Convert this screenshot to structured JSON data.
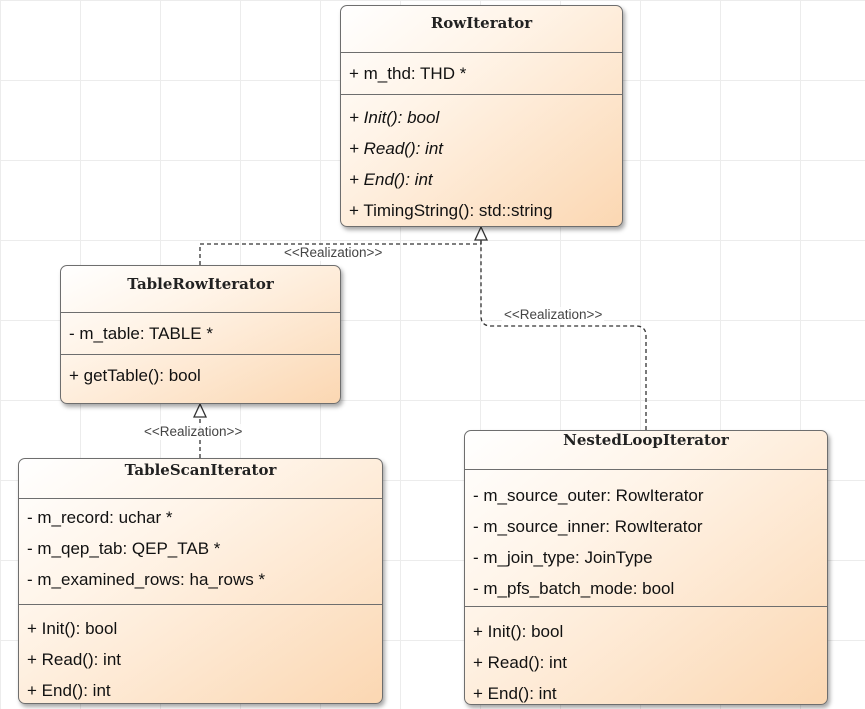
{
  "classes": {
    "row_iterator": {
      "name": "RowIterator",
      "attributes": [
        "+ m_thd: THD *"
      ],
      "operations": [
        "+ Init(): bool",
        "+ Read(): int",
        "+ End(): int",
        "+ TimingString(): std::string"
      ]
    },
    "table_row_iterator": {
      "name": "TableRowIterator",
      "attributes": [
        "- m_table: TABLE *"
      ],
      "operations": [
        "+ getTable(): bool"
      ]
    },
    "table_scan_iterator": {
      "name": "TableScanIterator",
      "attributes": [
        "- m_record: uchar *",
        "- m_qep_tab: QEP_TAB *",
        "- m_examined_rows: ha_rows *"
      ],
      "operations": [
        "+ Init(): bool",
        "+ Read(): int",
        "+ End(): int"
      ]
    },
    "nested_loop_iterator": {
      "name": "NestedLoopIterator",
      "attributes": [
        "- m_source_outer: RowIterator",
        "- m_source_inner: RowIterator",
        "- m_join_type: JoinType",
        "- m_pfs_batch_mode: bool"
      ],
      "operations": [
        "+ Init(): bool",
        "+ Read(): int",
        "+ End(): int"
      ]
    }
  },
  "relations": {
    "table_row_to_row": "<<Realization>>",
    "nested_loop_to_row": "<<Realization>>",
    "table_scan_to_table_row": "<<Realization>>"
  },
  "colors": {
    "border": "#6e6e6e",
    "fill_start": "#ffffff",
    "fill_end": "#fbd7b2",
    "connector": "#333333"
  }
}
